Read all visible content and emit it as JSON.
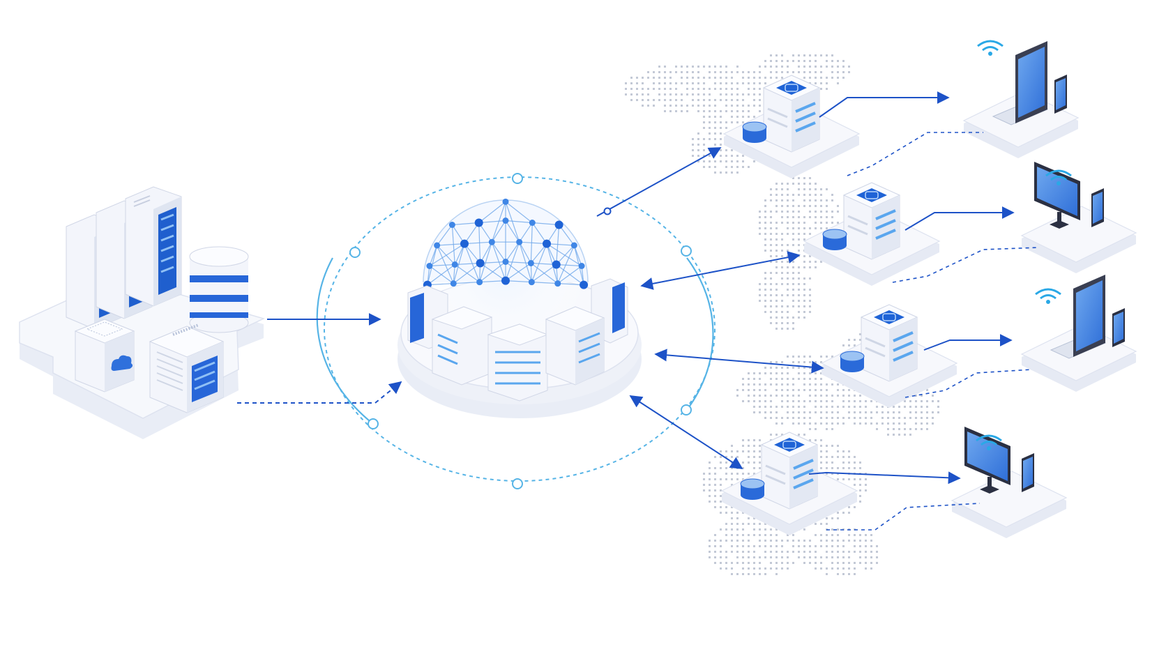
{
  "diagram": {
    "kind": "isometric-network-architecture",
    "text_labels": [],
    "colors": {
      "background": "#ffffff",
      "platform": "#f2f4fa",
      "platform_edge": "#dde2ef",
      "server_body": "#f7f8fc",
      "server_side": "#e3e8f3",
      "accent_blue": "#1f63d6",
      "light_blue": "#5aa6ee",
      "ring_cyan": "#56b4e6",
      "arrow_blue": "#1d52c7",
      "map_dots": "#c3c9d6",
      "screen_blue": "#3f7fe0"
    },
    "nodes": [
      {
        "id": "source-datacenter",
        "icons": [
          "server-rack-icon",
          "database-cylinder-icon",
          "cloud-icon",
          "storage-box-icon"
        ]
      },
      {
        "id": "central-hub",
        "icons": [
          "globe-mesh-icon",
          "server-rack-icon"
        ]
      },
      {
        "id": "edge-server-1",
        "icons": [
          "server-icon",
          "database-icon"
        ]
      },
      {
        "id": "edge-server-2",
        "icons": [
          "server-icon",
          "database-icon"
        ]
      },
      {
        "id": "edge-server-3",
        "icons": [
          "server-icon",
          "database-icon"
        ]
      },
      {
        "id": "edge-server-4",
        "icons": [
          "server-icon",
          "database-icon"
        ]
      },
      {
        "id": "client-1",
        "icons": [
          "laptop-icon",
          "tablet-icon",
          "phone-icon",
          "wifi-icon"
        ]
      },
      {
        "id": "client-2",
        "icons": [
          "monitor-icon",
          "phone-icon",
          "wifi-icon"
        ]
      },
      {
        "id": "client-3",
        "icons": [
          "laptop-icon",
          "tablet-icon",
          "wifi-icon"
        ]
      },
      {
        "id": "client-4",
        "icons": [
          "monitor-icon",
          "phone-icon",
          "wifi-icon"
        ]
      }
    ],
    "connections": [
      {
        "from": "source-datacenter",
        "to": "central-hub",
        "style": "solid",
        "direction": "forward"
      },
      {
        "from": "source-datacenter",
        "to": "central-hub",
        "style": "dashed",
        "direction": "forward"
      },
      {
        "from": "central-hub",
        "to": "edge-server-1",
        "style": "solid",
        "direction": "forward"
      },
      {
        "from": "central-hub",
        "to": "edge-server-2",
        "style": "solid",
        "direction": "both"
      },
      {
        "from": "central-hub",
        "to": "edge-server-3",
        "style": "solid",
        "direction": "both"
      },
      {
        "from": "central-hub",
        "to": "edge-server-4",
        "style": "solid",
        "direction": "both"
      },
      {
        "from": "edge-server-1",
        "to": "client-1",
        "style": "solid",
        "direction": "forward"
      },
      {
        "from": "edge-server-2",
        "to": "client-2",
        "style": "solid",
        "direction": "forward"
      },
      {
        "from": "edge-server-3",
        "to": "client-3",
        "style": "solid",
        "direction": "forward"
      },
      {
        "from": "edge-server-4",
        "to": "client-4",
        "style": "solid",
        "direction": "forward"
      }
    ]
  }
}
